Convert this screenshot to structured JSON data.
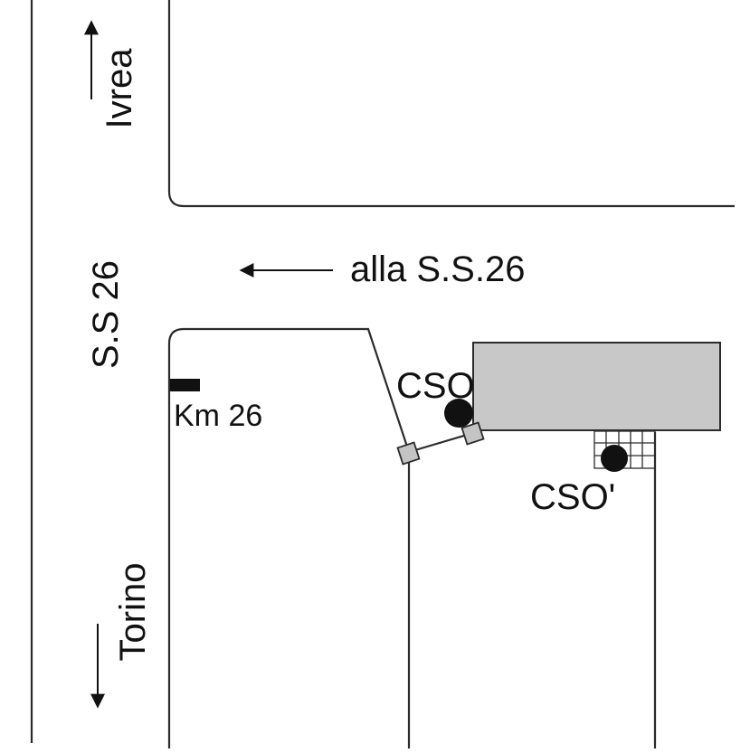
{
  "labels": {
    "ivrea": "Ivrea",
    "torino": "Torino",
    "ss26_vertical": "S.S 26",
    "alla_ss26": "alla S.S.26",
    "km": "Km  26",
    "cso": "CSO",
    "cso_prime": "CSO'"
  },
  "colors": {
    "building": "#c8c8c8",
    "junction_box": "#c4c4c4",
    "marker": "#111111",
    "line": "#2b2b2b"
  },
  "icons": {
    "north_arrow": "arrow-up-icon",
    "south_arrow": "arrow-down-icon",
    "west_arrow": "arrow-left-icon",
    "overflow_point": "filled-circle-icon",
    "grid_chamber": "grid-icon"
  }
}
